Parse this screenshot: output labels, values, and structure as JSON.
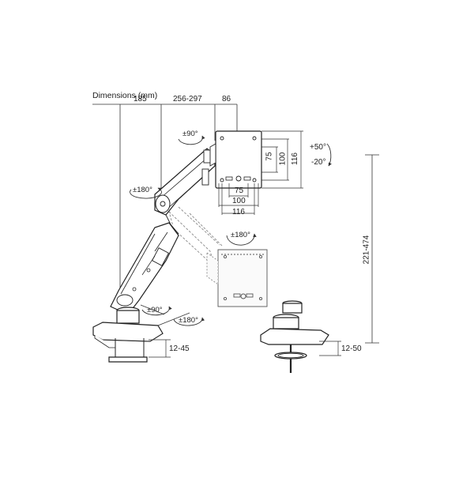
{
  "heading": "Dimensions (mm)",
  "top_dims": {
    "base_to_pivot": "185",
    "arm_reach": "256-297",
    "head_depth": "86"
  },
  "vesa": {
    "width_inner": "75",
    "width_outer": "100",
    "width_total": "116",
    "height_inner": "75",
    "height_outer": "100",
    "height_total": "116"
  },
  "tilt": {
    "up": "+50°",
    "down": "-20°"
  },
  "rotations": {
    "top_swivel": "±90°",
    "mid_swivel": "±180°",
    "screen_rotate": "±180°",
    "base_swivel_a": "±90°",
    "base_swivel_b": "±180°"
  },
  "height_range": "221-474",
  "clamp_thickness": "12-45",
  "grommet_thickness": "12-50"
}
